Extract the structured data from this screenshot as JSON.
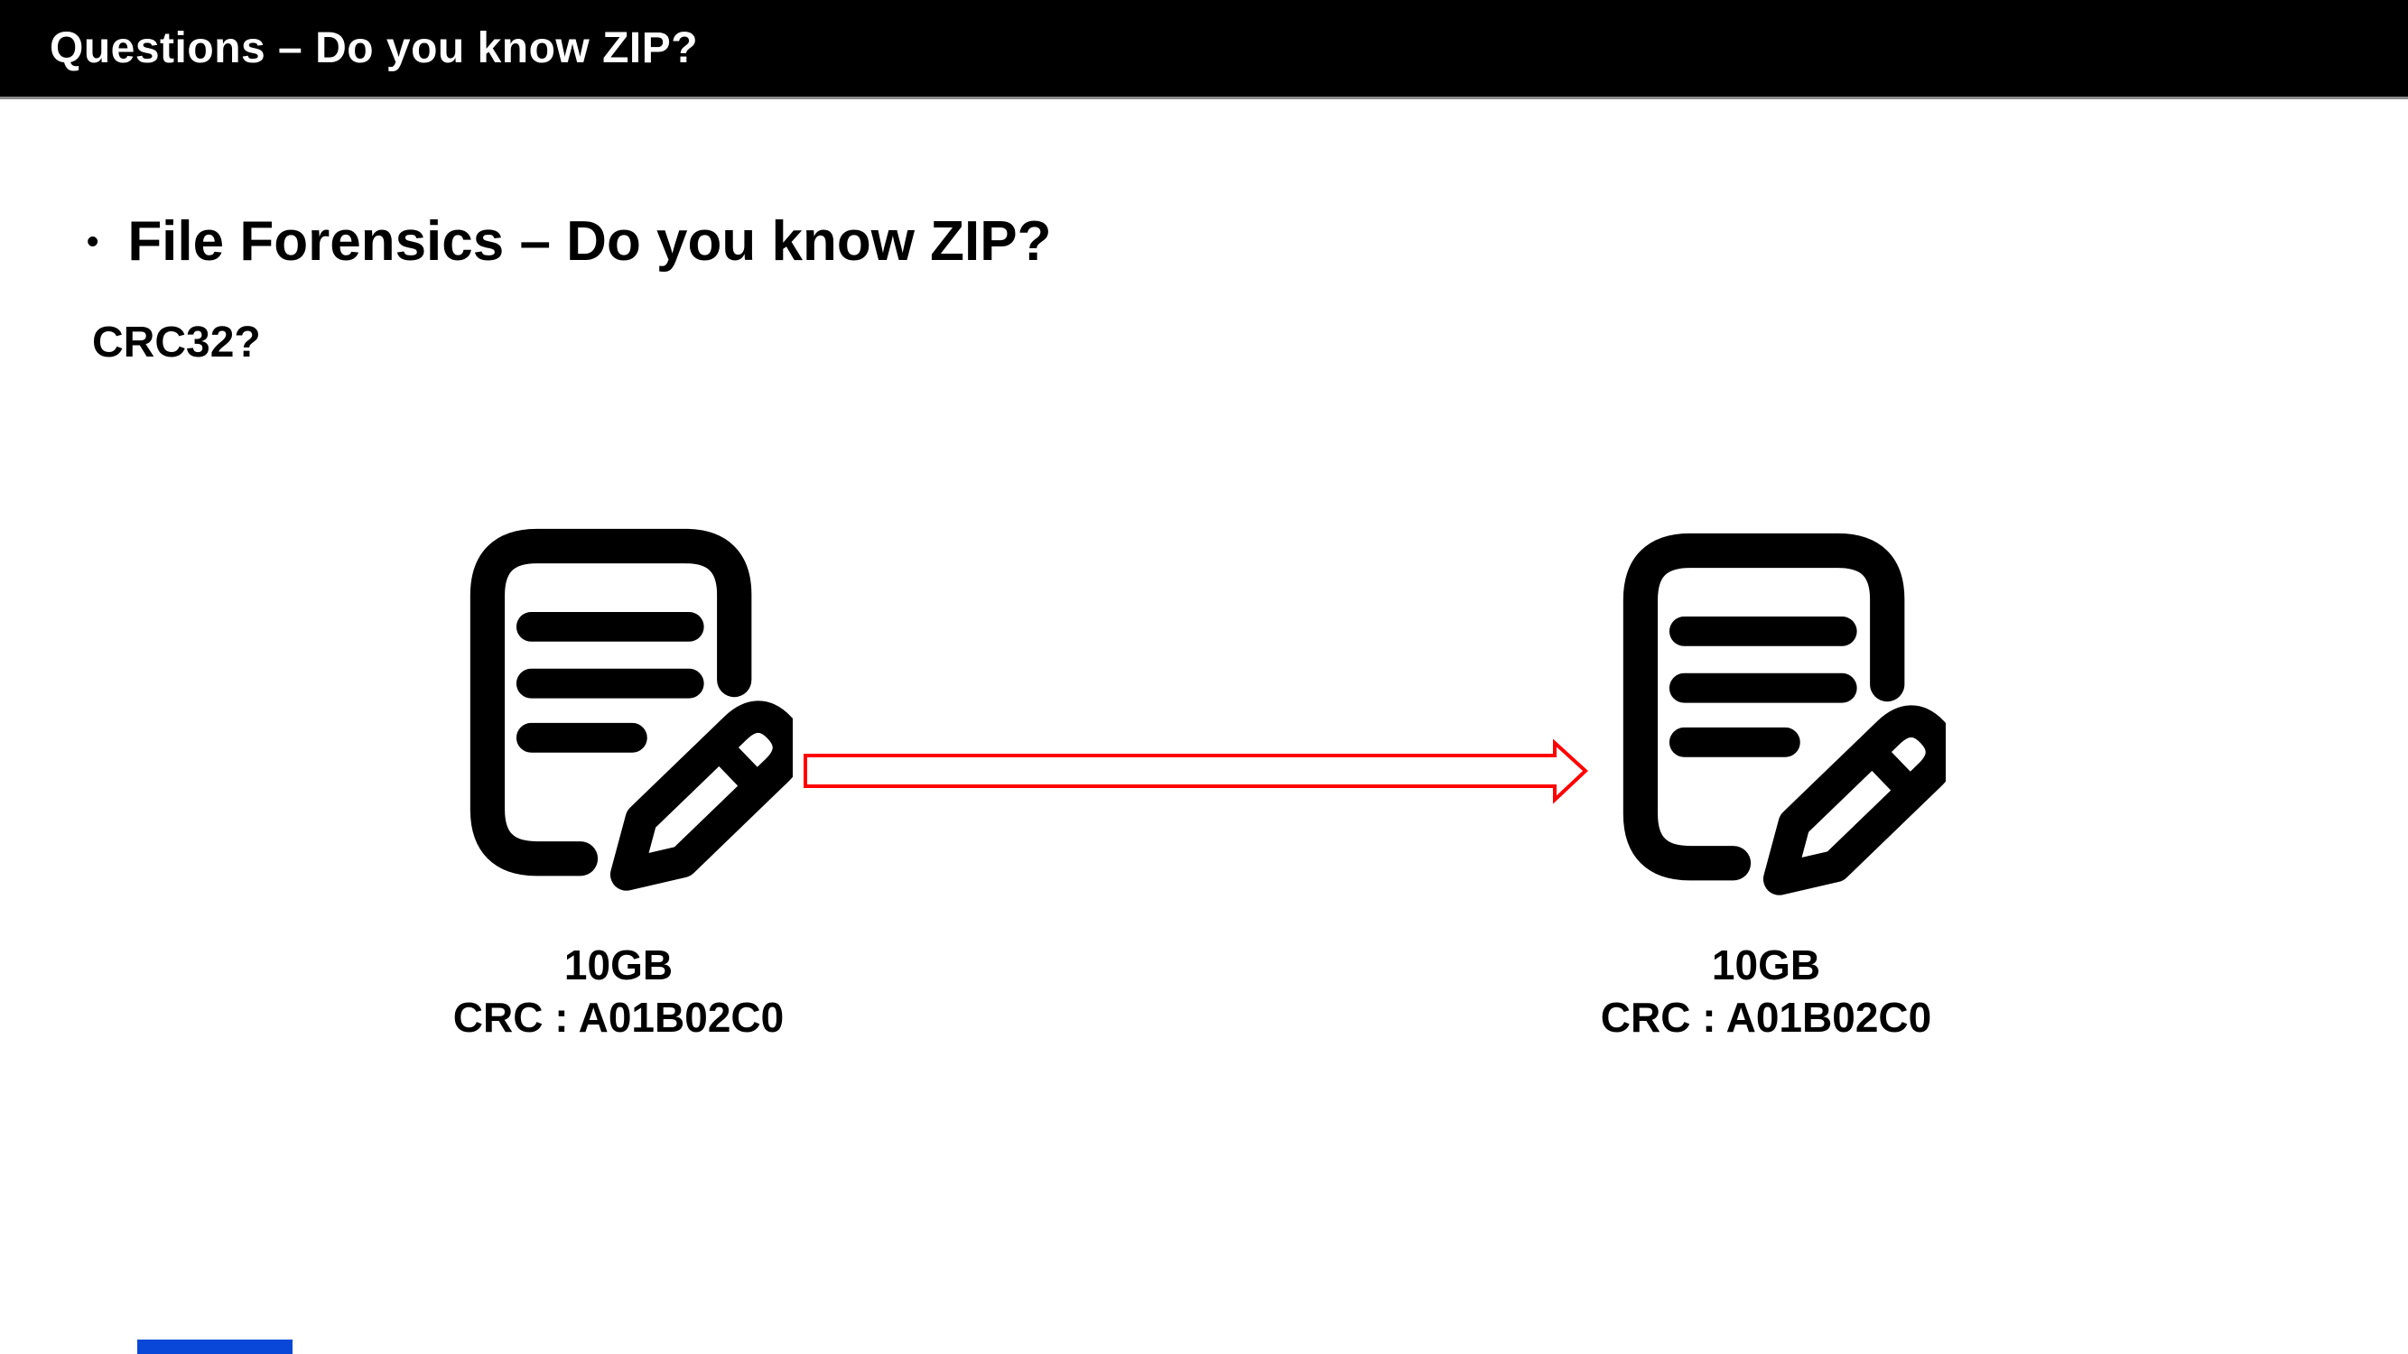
{
  "header": {
    "title": "Questions – Do you know ZIP?"
  },
  "content": {
    "bullet_char": "•",
    "heading": "File Forensics – Do you know ZIP?",
    "subheading": "CRC32?",
    "left_file": {
      "size": "10GB",
      "crc": "CRC : A01B02C0"
    },
    "right_file": {
      "size": "10GB",
      "crc": "CRC : A01B02C0"
    }
  },
  "icons": {
    "left": "document-edit-icon",
    "right": "document-edit-icon",
    "arrow": "right-arrow-icon"
  },
  "colors": {
    "header_bg": "#000000",
    "header_text": "#ffffff",
    "body_text": "#000000",
    "icon_color": "#000000",
    "arrow_stroke": "#ff0000",
    "arrow_fill": "#ffffff",
    "accent_bar": "#0847d8"
  }
}
